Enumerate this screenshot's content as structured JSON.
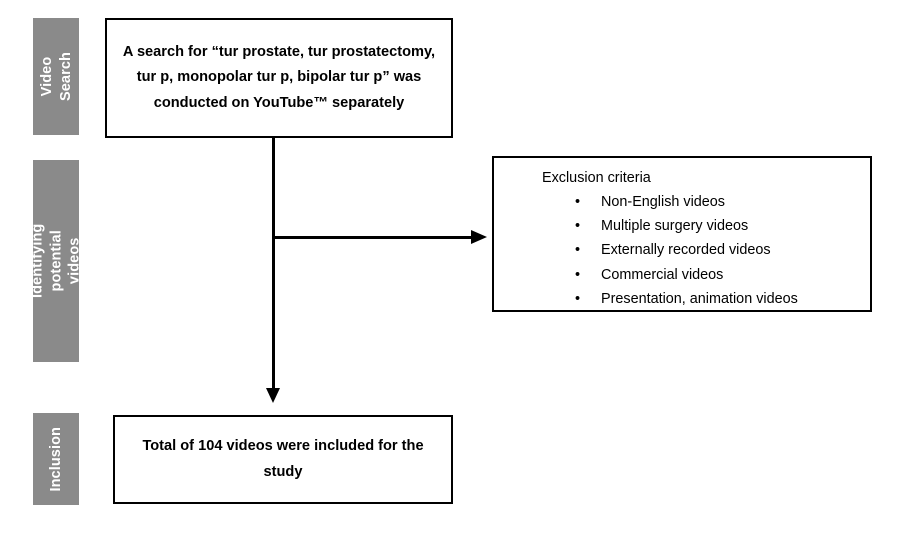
{
  "figure": {
    "type": "flowchart",
    "orientation": "vertical-with-side-branch"
  },
  "stages": [
    {
      "id": "video-search",
      "label": "Video Search"
    },
    {
      "id": "identifying-potential-videos",
      "label": "Identifying potential\nvideos"
    },
    {
      "id": "inclusion",
      "label": "Inclusion"
    }
  ],
  "boxes": {
    "search": {
      "text": "A search for “tur prostate, tur prostatectomy, tur p, monopolar tur p, bipolar tur p” was conducted on YouTube™ separately"
    },
    "exclusion": {
      "title": "Exclusion criteria",
      "bullet_glyph": "•",
      "items": [
        "Non-English videos",
        "Multiple surgery videos",
        "Externally recorded videos",
        "Commercial videos",
        "Presentation, animation videos"
      ]
    },
    "inclusion": {
      "text": "Total of 104 videos were included for the study"
    }
  },
  "colors": {
    "stage_bar_background": "#8a8a8a",
    "stage_bar_text": "#ffffff",
    "box_border": "#000000",
    "box_background": "#ffffff",
    "connector": "#000000",
    "page_background": "#ffffff"
  }
}
